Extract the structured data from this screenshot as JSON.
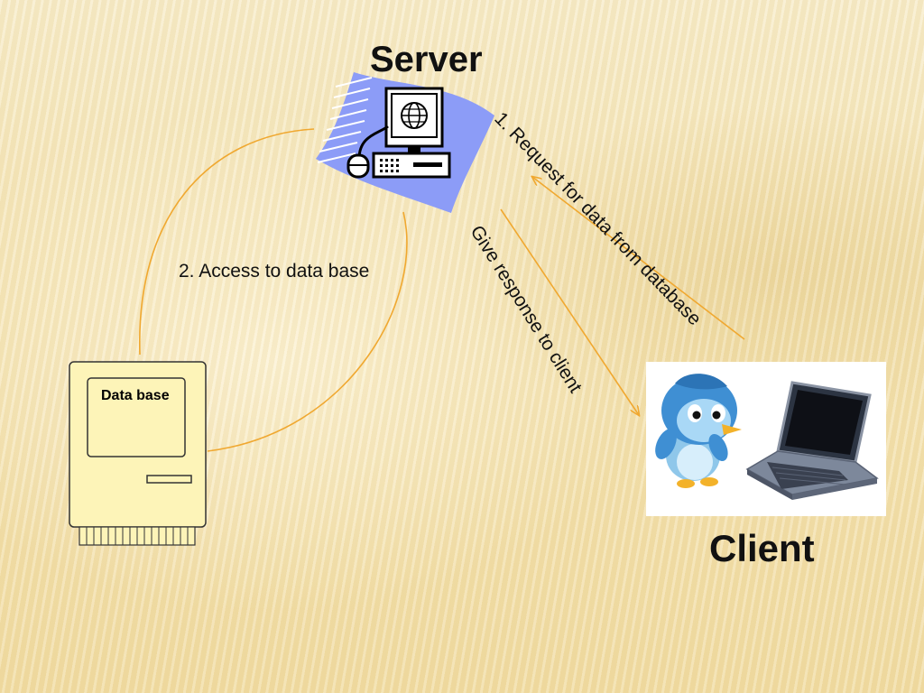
{
  "diagram": {
    "server_title": "Server",
    "client_title": "Client",
    "database_label": "Data base",
    "step_access": "2. Access to data base",
    "step_request": "1. Request for data from database",
    "step_response": "Give response to client"
  },
  "colors": {
    "arrow": "#f0a830",
    "server_wave": "#8c9cf7",
    "database_fill": "#fdf4b8",
    "client_box": "#ffffff"
  },
  "icons": {
    "server": "server-computer-icon",
    "database": "database-computer-icon",
    "client_mascot": "penguin-mascot-icon",
    "client_laptop": "laptop-icon"
  }
}
